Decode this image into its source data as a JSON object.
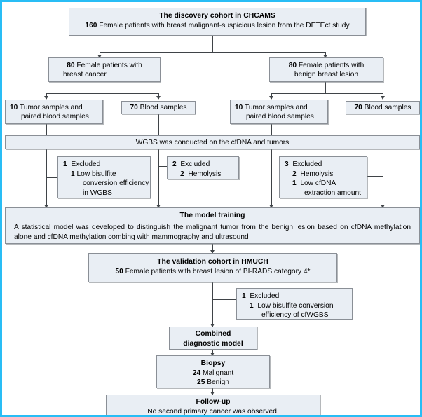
{
  "diagram": {
    "title": "Study flow diagram of discovery and validation cohorts",
    "border_color": "#29bdf5",
    "box_fill": "#e9eef4",
    "box_border": "#8a8f96",
    "connector_color": "#3f4347"
  },
  "nodes": {
    "discovery": {
      "title": "The discovery cohort in CHCAMS",
      "count": "160",
      "detail": "Female patients with breast malignant-suspicious lesion from the DETEct study"
    },
    "cancer_arm": {
      "count": "80",
      "line1": "Female patients with",
      "line2": "breast cancer"
    },
    "benign_arm": {
      "count": "80",
      "line1": "Female patients with",
      "line2": "benign breast lesion"
    },
    "cancer_tumor": {
      "count": "10",
      "line1": "Tumor samples and",
      "line2": "paired blood samples"
    },
    "cancer_blood": {
      "count": "70",
      "line1": "Blood samples"
    },
    "benign_tumor": {
      "count": "10",
      "line1": "Tumor samples and",
      "line2": "paired blood samples"
    },
    "benign_blood": {
      "count": "70",
      "line1": "Blood samples"
    },
    "wgbs": {
      "text": "WGBS was conducted on the cfDNA and tumors"
    },
    "excl_1": {
      "total": "1",
      "total_label": "Excluded",
      "reasons": [
        {
          "n": "1",
          "text_line1": "Low bisulfite",
          "text_line2": "conversion efficiency",
          "text_line3": "in WGBS"
        }
      ]
    },
    "excl_2": {
      "total": "2",
      "total_label": "Excluded",
      "reasons": [
        {
          "n": "2",
          "text_line1": "Hemolysis"
        }
      ]
    },
    "excl_3": {
      "total": "3",
      "total_label": "Excluded",
      "reasons": [
        {
          "n": "2",
          "text_line1": "Hemolysis"
        },
        {
          "n": "1",
          "text_line1": "Low cfDNA",
          "text_line2": "extraction amount"
        }
      ]
    },
    "model_training": {
      "title": "The model training",
      "body": "A statistical model was developed to distinguish the malignant tumor from the benign lesion based on cfDNA methylation alone and cfDNA methylation combing with mammography and ultrasound"
    },
    "validation": {
      "title": "The validation cohort in HMUCH",
      "count": "50",
      "detail": "Female patients with breast lesion of BI-RADS category 4*"
    },
    "excl_4": {
      "total": "1",
      "total_label": "Excluded",
      "reasons": [
        {
          "n": "1",
          "text_line1": "Low bisulfite conversion",
          "text_line2": "efficiency of cfWGBS"
        }
      ]
    },
    "combined_model": {
      "line1": "Combined",
      "line2": "diagnostic model"
    },
    "biopsy": {
      "title": "Biopsy",
      "malignant_count": "24",
      "malignant_label": "Malignant",
      "benign_count": "25",
      "benign_label": "Benign"
    },
    "followup": {
      "title": "Follow-up",
      "detail": "No second primary cancer was observed."
    }
  }
}
